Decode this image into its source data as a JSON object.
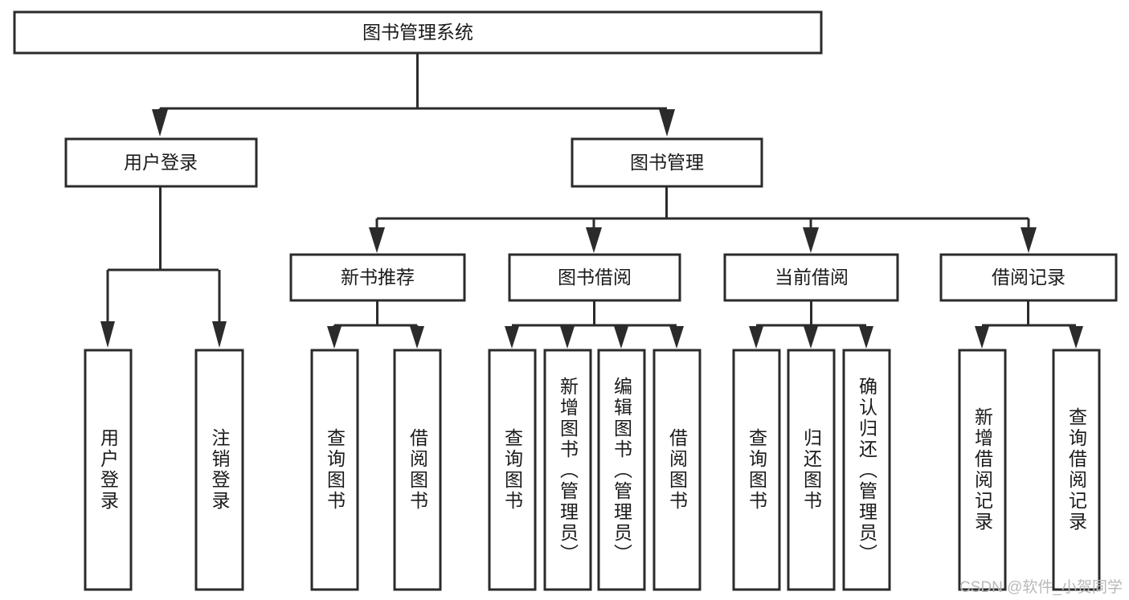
{
  "diagram": {
    "type": "tree-hierarchy",
    "title": "图书管理系统",
    "orientation": "top-down",
    "colors": {
      "box_stroke": "#2b2b2b",
      "box_fill": "#ffffff",
      "text": "#1a1a1a",
      "connector": "#2b2b2b",
      "watermark": "#b9b9b9",
      "background": "#ffffff"
    },
    "levels": {
      "level1": {
        "label": "图书管理系统"
      },
      "level2": [
        {
          "label": "用户登录"
        },
        {
          "label": "图书管理"
        }
      ],
      "level3": [
        {
          "label": "新书推荐"
        },
        {
          "label": "图书借阅"
        },
        {
          "label": "当前借阅"
        },
        {
          "label": "借阅记录"
        }
      ],
      "level4": [
        {
          "label": "用户登录",
          "parent": "用户登录"
        },
        {
          "label": "注销登录",
          "parent": "用户登录"
        },
        {
          "label": "查询图书",
          "parent": "新书推荐"
        },
        {
          "label": "借阅图书",
          "parent": "新书推荐"
        },
        {
          "label": "查询图书",
          "parent": "图书借阅"
        },
        {
          "label": "新增图书（管理员）",
          "parent": "图书借阅"
        },
        {
          "label": "编辑图书（管理员）",
          "parent": "图书借阅"
        },
        {
          "label": "借阅图书",
          "parent": "图书借阅"
        },
        {
          "label": "查询图书",
          "parent": "当前借阅"
        },
        {
          "label": "归还图书",
          "parent": "当前借阅"
        },
        {
          "label": "确认归还（管理员）",
          "parent": "当前借阅"
        },
        {
          "label": "新增借阅记录",
          "parent": "借阅记录"
        },
        {
          "label": "查询借阅记录",
          "parent": "借阅记录"
        }
      ]
    },
    "nodes": {
      "root": "图书管理系统",
      "n_user_login": "用户登录",
      "n_book_mgmt": "图书管理",
      "n_new_book_rec": "新书推荐",
      "n_book_borrow": "图书借阅",
      "n_current_borrow": "当前借阅",
      "n_borrow_record": "借阅记录",
      "leaf_user_login": "用户登录",
      "leaf_logout": "注销登录",
      "leaf_query_book_1": "查询图书",
      "leaf_borrow_book_1": "借阅图书",
      "leaf_query_book_2": "查询图书",
      "leaf_add_book": "新增图书（管理员）",
      "leaf_edit_book": "编辑图书（管理员）",
      "leaf_borrow_book_2": "借阅图书",
      "leaf_query_book_3": "查询图书",
      "leaf_return_book": "归还图书",
      "leaf_confirm_return": "确认归还（管理员）",
      "leaf_add_record": "新增借阅记录",
      "leaf_query_record": "查询借阅记录"
    },
    "watermark": "CSDN @软件_小贺同学"
  }
}
